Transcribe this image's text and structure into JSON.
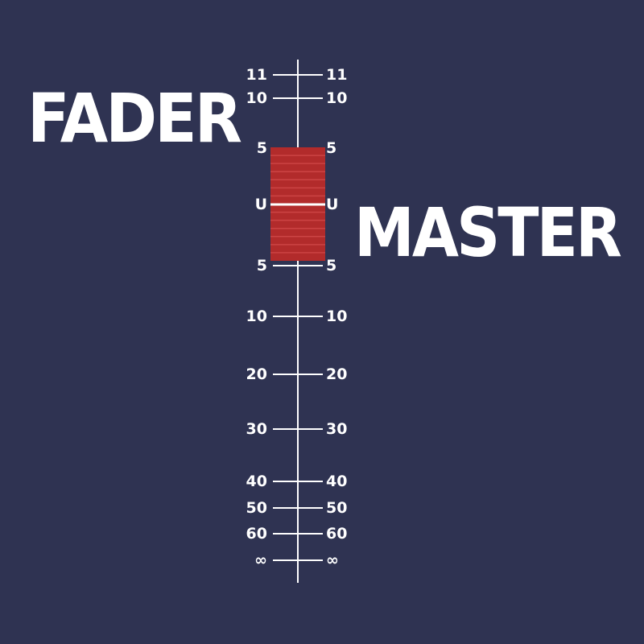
{
  "background_color": "#2f3352",
  "scale_color": "#ffffff",
  "cap_color": "#b22b2b",
  "cap_center_line_color": "#ffffff",
  "words": {
    "left": "FADER",
    "right": "MASTER"
  },
  "scale_ticks": [
    "11",
    "10",
    "5",
    "U",
    "5",
    "10",
    "20",
    "30",
    "40",
    "50",
    "60",
    "∞"
  ],
  "fader": {
    "position_label": "U",
    "level_db": 0
  }
}
